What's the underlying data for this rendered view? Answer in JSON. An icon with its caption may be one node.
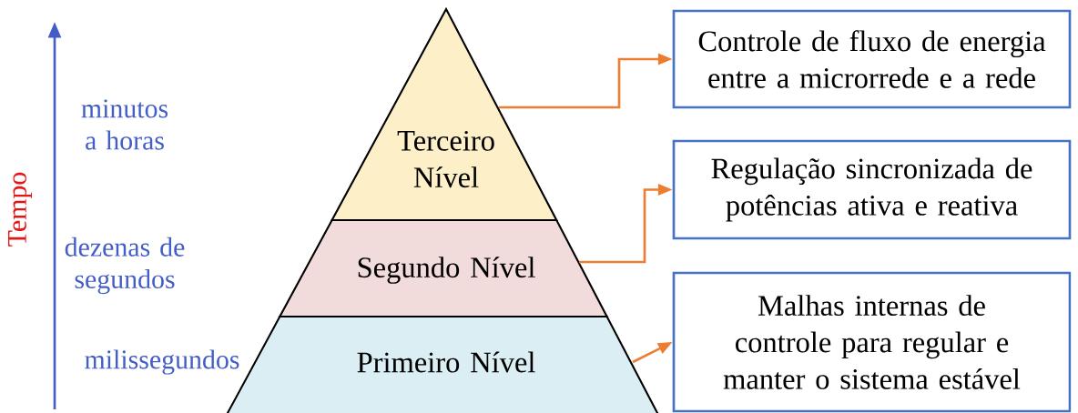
{
  "diagram": {
    "nodes": [
      {
        "text": [
          "Terceiro Nível"
        ]
      },
      {
        "text": [
          "Segundo Nível"
        ]
      },
      {
        "text": [
          "Primeiro Nível"
        ]
      },
      {
        "text": [
          "Controle de fluxo de energia entre a microrrede e a rede"
        ]
      },
      {
        "text": [
          "Regulação sincronizada de potências ativa e reativa"
        ]
      },
      {
        "text": [
          "Malhas internas de controle para regular e manter o sistema estável"
        ]
      }
    ],
    "edges": [
      {
        "from": 0,
        "to": 3,
        "arrow": "to"
      },
      {
        "from": 1,
        "to": 4,
        "arrow": "to"
      },
      {
        "from": 2,
        "to": 5,
        "arrow": "to"
      }
    ],
    "labels": [
      "Tempo",
      "minutos a horas",
      "dezenas de segundos",
      "milissegundos"
    ]
  }
}
